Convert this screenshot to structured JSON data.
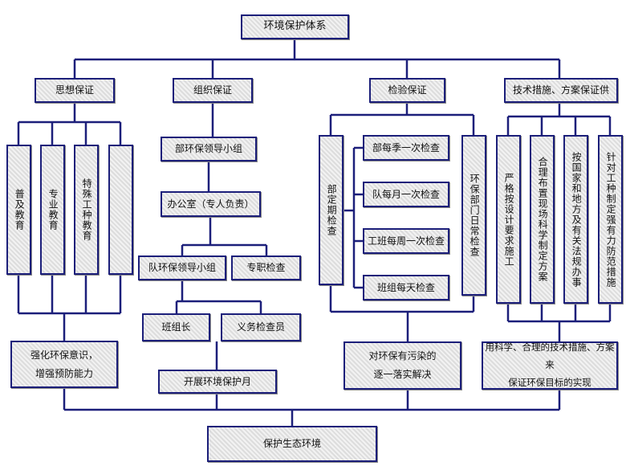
{
  "root": "环境保护体系",
  "branches": [
    "思想保证",
    "组织保证",
    "检验保证",
    "技术措施、方案保证供"
  ],
  "thought": {
    "items": [
      "普及教育",
      "专业教育",
      "特殊工种教育",
      ""
    ],
    "result": [
      "强化环保意识，",
      "增强预防能力"
    ]
  },
  "org": {
    "leader": "部环保领导小组",
    "office": "办公室（专人负责）",
    "team_leader": "队环保领导小组",
    "inspector": "专职检查",
    "group_leader": "班组长",
    "volunteer": "义务检查员",
    "month": "开展环境保护月"
  },
  "check": {
    "dept": "部定期检查",
    "items": [
      "部每季一次检查",
      "队每月一次检查",
      "工班每周一次检查",
      "班组每天检查"
    ],
    "daily": "环保部门日常检查",
    "result": [
      "对环保有污染的",
      "逐一落实解决"
    ]
  },
  "tech": {
    "items": [
      "严格按设计要求施工",
      "合理布置现场科学制定方案",
      "按国家和地方及有关法规办事",
      "针对工种制定强有力防范措施"
    ],
    "result": [
      "用科学、合理的技术措施、方案来",
      "保证环保目标的实现"
    ]
  },
  "bottom": "保护生态环境",
  "colors": {
    "line": "#1c1f7a"
  }
}
